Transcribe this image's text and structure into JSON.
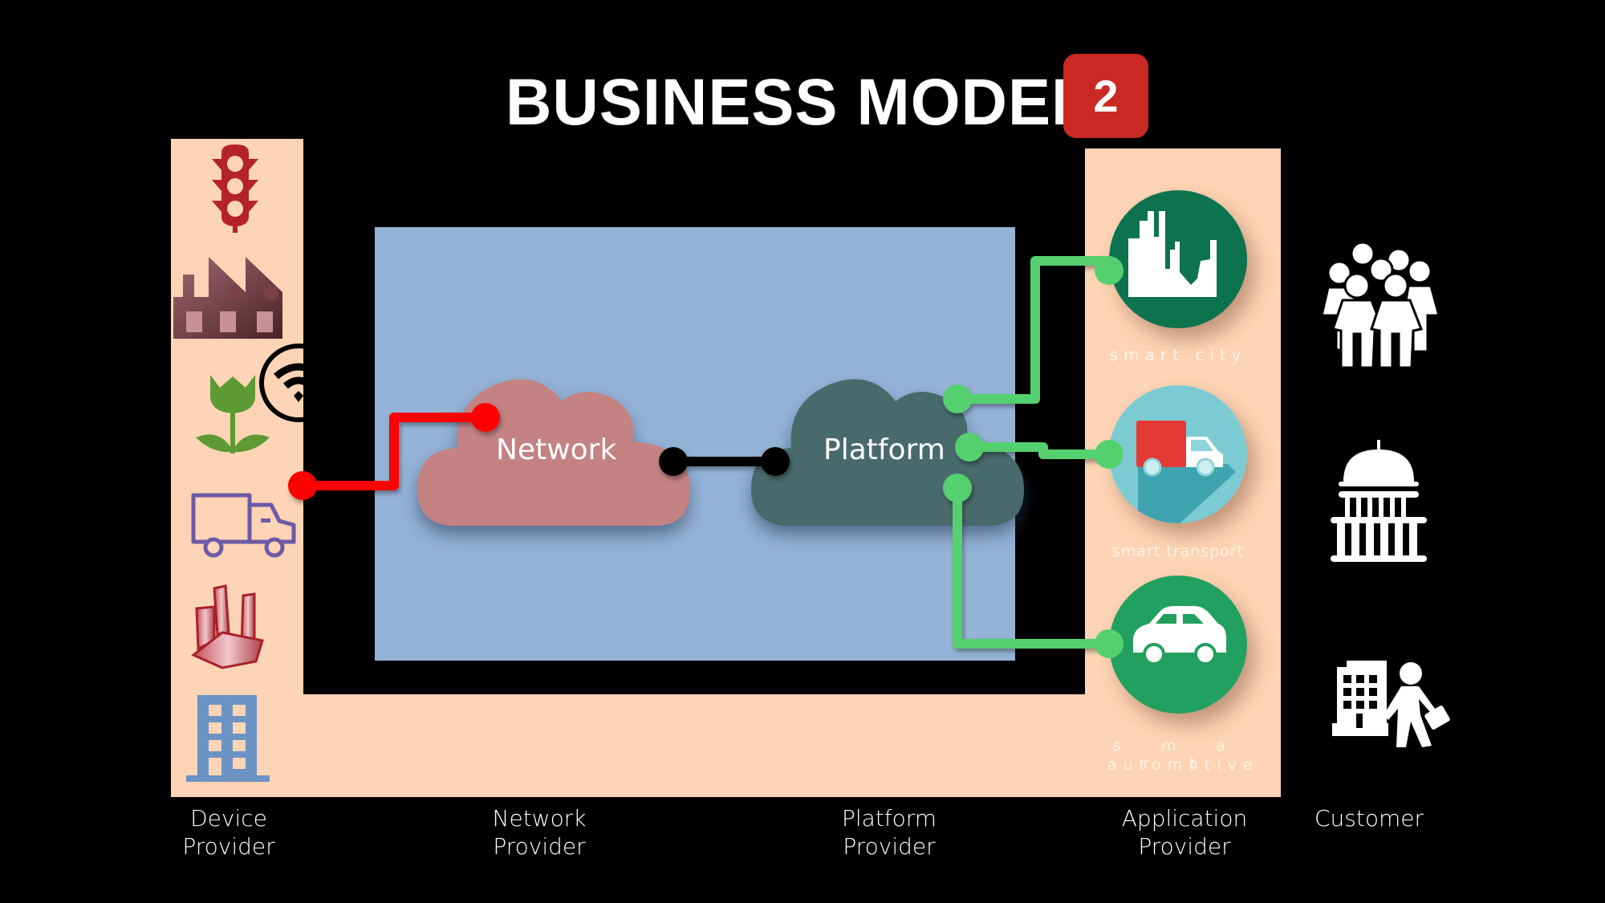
{
  "title": {
    "text": "BUSINESS MODEL",
    "badge": "2",
    "badge_color": "#ca2a23"
  },
  "colors": {
    "background": "#000000",
    "panel_peach": "#fdd4b5",
    "panel_blue": "#95b3d7",
    "network_cloud": "#c48282",
    "platform_cloud": "#4a6b6c",
    "device_link": "#ff0000",
    "network_platform_link": "#000000",
    "application_links": "#55d06e"
  },
  "device_provider": {
    "icons": [
      "traffic-light-icon",
      "factory-icon",
      "plant-icon",
      "truck-icon",
      "industrial-robot-icon",
      "office-building-icon"
    ],
    "connectivity_icon": "wifi-icon"
  },
  "clouds": {
    "network": "Network",
    "platform": "Platform"
  },
  "applications": [
    {
      "label": "smart city",
      "icon": "city-skyline-icon",
      "color": "#0e7350"
    },
    {
      "label": "smart transport",
      "icon": "delivery-truck-icon",
      "color": "#7ccbd3"
    },
    {
      "label_line1": "s m a r t",
      "label_line2": "automotive",
      "icon": "car-icon",
      "color": "#23a05e"
    }
  ],
  "customers": {
    "icons": [
      "crowd-icon",
      "government-capitol-icon",
      "business-person-icon"
    ]
  },
  "columns": [
    {
      "line1": "Device",
      "line2": "Provider"
    },
    {
      "line1": "Network",
      "line2": "Provider"
    },
    {
      "line1": "Platform",
      "line2": "Provider"
    },
    {
      "line1": "Application",
      "line2": "Provider"
    },
    {
      "line1": "Customer",
      "line2": ""
    }
  ]
}
